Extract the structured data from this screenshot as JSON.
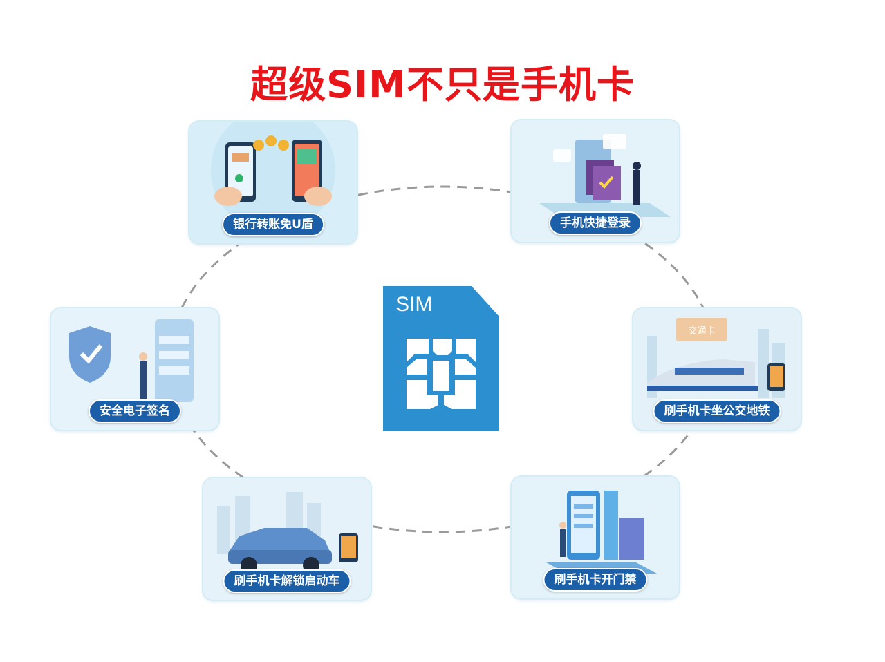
{
  "title": "超级SIM不只是手机卡",
  "sim": {
    "label": "SIM",
    "color": "#2b8fd0"
  },
  "colors": {
    "title": "#e8151b",
    "pill": "#1b5fa8",
    "ring": "#9a9a9a"
  },
  "cards": [
    {
      "id": "bank",
      "label": "银行转账免U盾",
      "icon": "phone-transfer-illustration"
    },
    {
      "id": "login",
      "label": "手机快捷登录",
      "icon": "quick-login-illustration"
    },
    {
      "id": "sign",
      "label": "安全电子签名",
      "icon": "shield-check-illustration"
    },
    {
      "id": "metro",
      "label": "刷手机卡坐公交地铁",
      "icon": "metro-train-illustration",
      "tag": "交通卡"
    },
    {
      "id": "car",
      "label": "刷手机卡解锁启动车",
      "icon": "car-illustration"
    },
    {
      "id": "door",
      "label": "刷手机卡开门禁",
      "icon": "door-access-illustration"
    }
  ]
}
